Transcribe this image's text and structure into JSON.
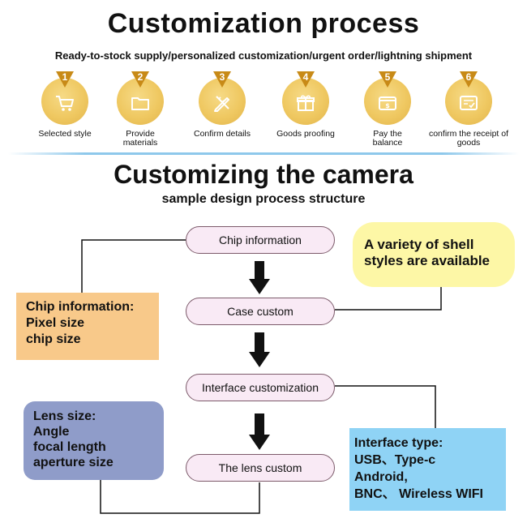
{
  "header": {
    "title": "Customization process",
    "subtitle": "Ready-to-stock supply/personalized customization/urgent order/lightning shipment"
  },
  "steps": [
    {
      "number": "1",
      "label": "Selected style",
      "icon": "shopping-cart-icon"
    },
    {
      "number": "2",
      "label": "Provide materials",
      "icon": "folder-icon"
    },
    {
      "number": "3",
      "label": "Confirm details",
      "icon": "pencil-ruler-icon"
    },
    {
      "number": "4",
      "label": "Goods proofing",
      "icon": "gift-box-icon"
    },
    {
      "number": "5",
      "label": "Pay the balance",
      "icon": "payment-card-icon"
    },
    {
      "number": "6",
      "label": "confirm the receipt of goods",
      "icon": "receipt-check-icon"
    }
  ],
  "section": {
    "title": "Customizing the camera",
    "subtitle": "sample design process structure"
  },
  "flow": [
    {
      "label": "Chip information"
    },
    {
      "label": "Case custom"
    },
    {
      "label": "Interface customization"
    },
    {
      "label": "The lens custom"
    }
  ],
  "notes": {
    "chip": {
      "lines": [
        "Chip information:",
        "Pixel size",
        "chip size"
      ],
      "color": "#f8c98a"
    },
    "shell": {
      "lines": [
        "A variety of shell",
        "styles are available"
      ],
      "color": "#fdf7a6"
    },
    "lens": {
      "lines": [
        "Lens size:",
        "Angle",
        "focal length",
        "aperture size"
      ],
      "color": "#8f9cc9"
    },
    "interface": {
      "lines": [
        "Interface type:",
        "USB、Type-c",
        "Android,",
        "BNC、 Wireless WIFI"
      ],
      "color": "#8fd3f5"
    }
  },
  "colors": {
    "step_circle": "#efc861",
    "step_badge": "#c88a17",
    "pill_fill": "#f9eaf5",
    "pill_border": "#7c5a6a",
    "divider": "#8ec8eb"
  }
}
